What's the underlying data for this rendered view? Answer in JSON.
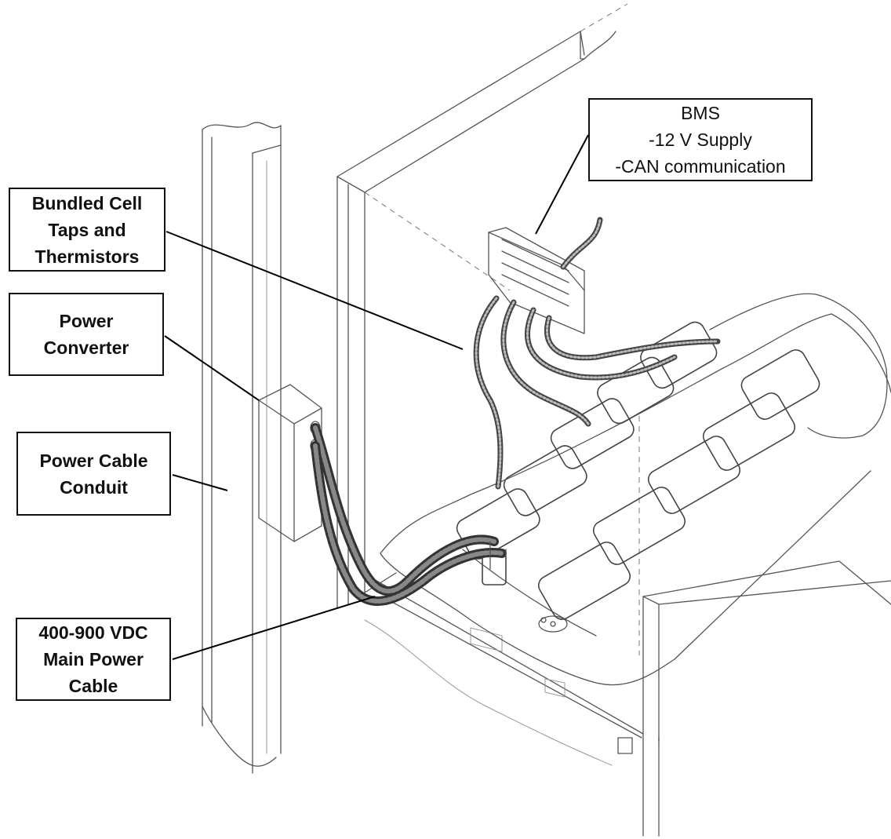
{
  "labels": {
    "bms": {
      "line1": "BMS",
      "line2": "-12 V Supply",
      "line3": "-CAN communication"
    },
    "bundled_cell_taps": {
      "line1": "Bundled Cell",
      "line2": "Taps and",
      "line3": "Thermistors"
    },
    "power_converter": {
      "line1": "Power",
      "line2": "Converter"
    },
    "power_cable_conduit": {
      "line1": "Power Cable",
      "line2": "Conduit"
    },
    "main_power_cable": {
      "line1": "400-900 VDC",
      "line2": "Main Power",
      "line3": "Cable"
    }
  }
}
